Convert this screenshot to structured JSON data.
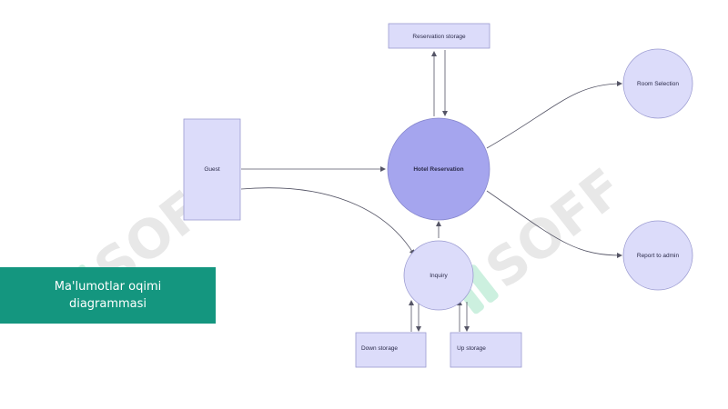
{
  "diagram": {
    "nodes": {
      "reservation_storage": "Reservation storage",
      "guest": "Guest",
      "hotel_reservation": "Hotel Reservation",
      "room_selection": "Room Selection",
      "report_to_admin": "Report to admin",
      "inquiry": "Inquiry",
      "down_storage": "Down storage",
      "up_storage": "Up storage"
    }
  },
  "banner": {
    "text": "Ma'lumotlar oqimi diagrammasi"
  },
  "watermark": {
    "text": "SOFF"
  },
  "colors": {
    "node_fill": "#dcdcfa",
    "node_stroke": "#9a9ad0",
    "hub_fill": "#a5a5ee",
    "edge": "#555566",
    "banner": "#14967f",
    "watermark": "#cdcdcd"
  }
}
